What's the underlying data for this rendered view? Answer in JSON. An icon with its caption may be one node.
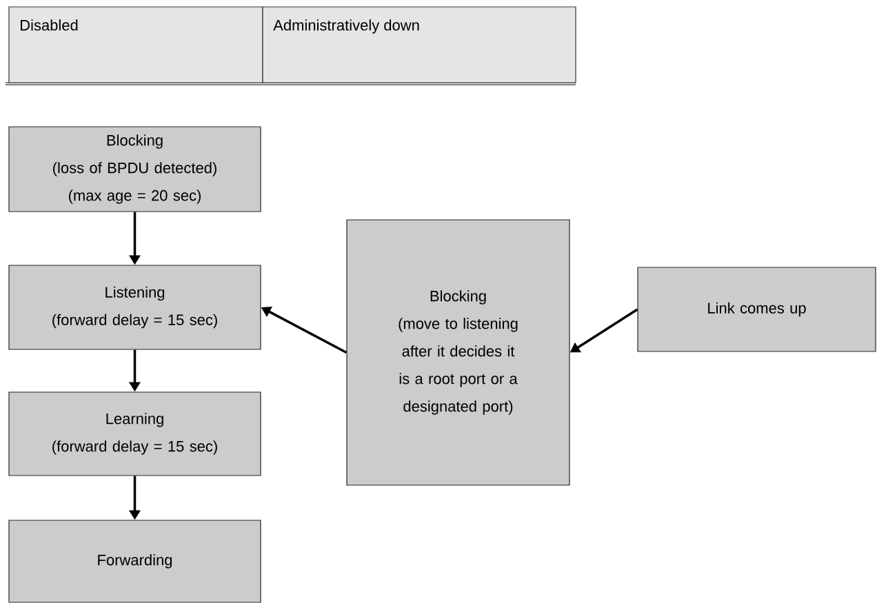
{
  "diagram": {
    "nodes": [
      {
        "text": [
          "Blocking",
          "(loss of BPDU detected)",
          "(max age = 20 sec)"
        ]
      },
      {
        "text": [
          "Listening",
          "(forward delay = 15 sec)"
        ]
      },
      {
        "text": [
          "Learning",
          "(forward delay = 15 sec)"
        ]
      },
      {
        "text": [
          "Forwarding"
        ]
      },
      {
        "text": [
          "Blocking",
          "(move to listening after it decides it is a root port or a designated port)"
        ]
      },
      {
        "text": [
          "Link comes up"
        ]
      }
    ],
    "edges": [
      {
        "from": 0,
        "to": 1,
        "arrow": "to"
      },
      {
        "from": 1,
        "to": 2,
        "arrow": "to"
      },
      {
        "from": 2,
        "to": 3,
        "arrow": "to"
      },
      {
        "from": 4,
        "to": 1,
        "arrow": "to"
      },
      {
        "from": 5,
        "to": 4,
        "arrow": "to"
      }
    ],
    "labels": [
      "Disabled",
      "Administratively down"
    ]
  }
}
